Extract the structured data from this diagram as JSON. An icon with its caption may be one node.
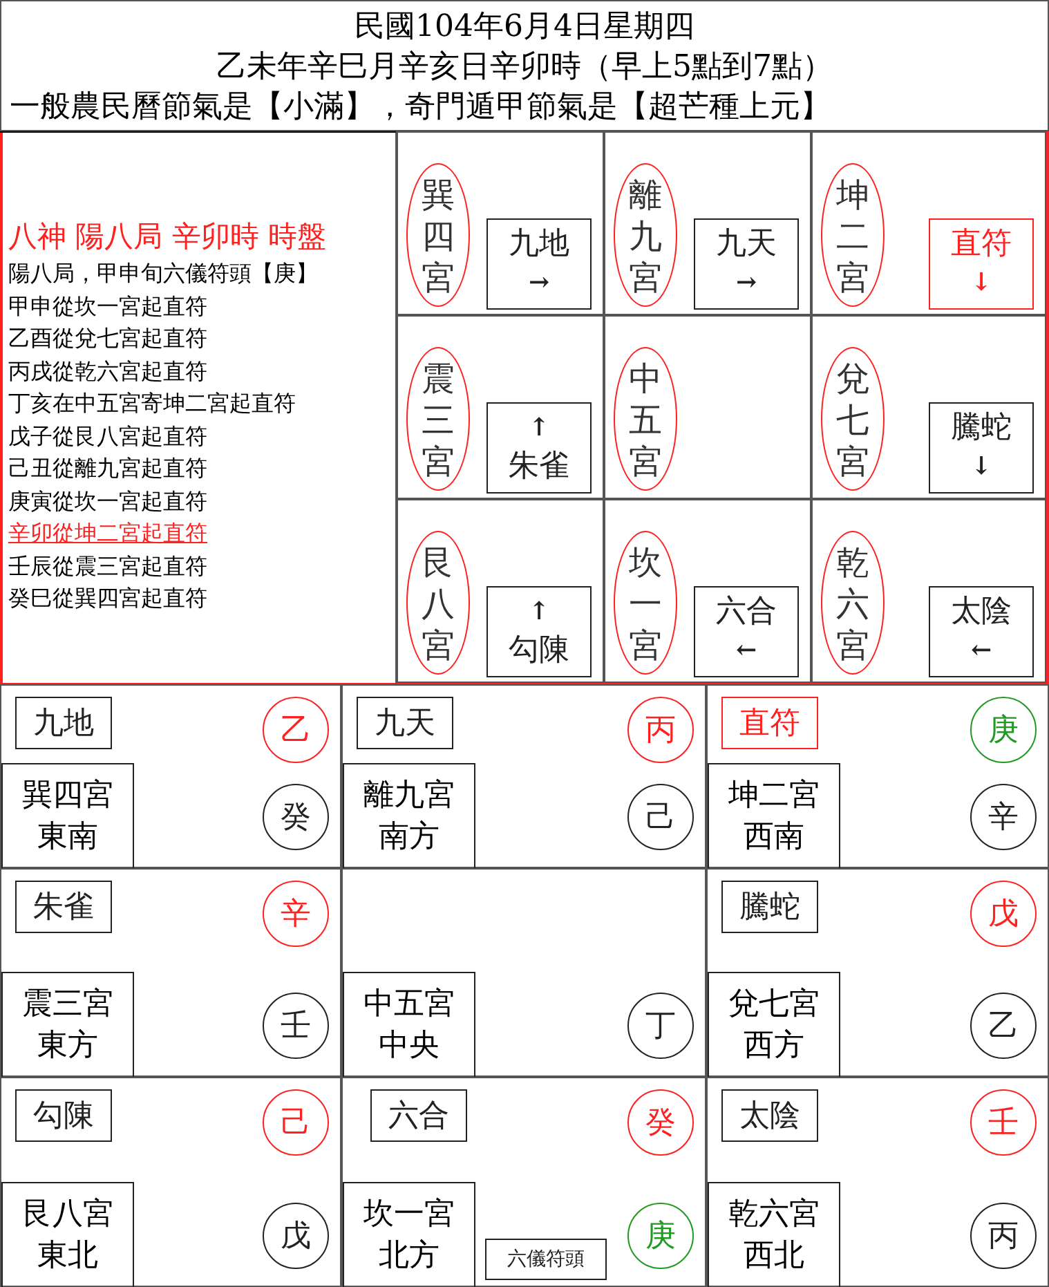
{
  "diagram": {
    "nodes": [
      {
        "text": [
          "民國104年6月4日星期四",
          "乙未年辛巳月辛亥日辛卯時（早上5點到7點）",
          "一般農民曆節氣是【小滿】，奇門遁甲節氣是【超芒種上元】"
        ]
      },
      {
        "text": [
          "八神 陽八局 辛卯時 時盤",
          "陽八局，甲申旬六儀符頭【庚】",
          "甲申從坎一宮起直符",
          "乙酉從兌七宮起直符",
          "丙戌從乾六宮起直符",
          "丁亥在中五宮寄坤二宮起直符",
          "戊子從艮八宮起直符",
          "己丑從離九宮起直符",
          "庚寅從坎一宮起直符",
          "辛卯從坤二宮起直符",
          "壬辰從震三宮起直符",
          "癸巳從巽四宮起直符"
        ]
      },
      {
        "text": [],
        "shape": "box"
      },
      {
        "text": [
          "巽四宮"
        ],
        "in": 2
      },
      {
        "text": [
          "九地",
          "→"
        ],
        "in": 2
      },
      {
        "text": [],
        "shape": "box"
      },
      {
        "text": [
          "離九宮"
        ],
        "in": 5
      },
      {
        "text": [
          "九天",
          "→"
        ],
        "in": 5
      },
      {
        "text": [],
        "shape": "box"
      },
      {
        "text": [
          "坤二宮"
        ],
        "in": 8
      },
      {
        "text": [
          "直符",
          "↓"
        ],
        "in": 8
      },
      {
        "text": [],
        "shape": "box"
      },
      {
        "text": [
          "震三宮"
        ],
        "in": 11
      },
      {
        "text": [
          "↑",
          "朱雀"
        ],
        "in": 11
      },
      {
        "text": [],
        "shape": "box"
      },
      {
        "text": [
          "中五宮"
        ],
        "in": 14
      },
      {
        "text": [],
        "shape": "box"
      },
      {
        "text": [
          "兌七宮"
        ],
        "in": 16
      },
      {
        "text": [
          "騰蛇",
          "↓"
        ],
        "in": 16
      },
      {
        "text": [],
        "shape": "box"
      },
      {
        "text": [
          "艮八宮"
        ],
        "in": 19
      },
      {
        "text": [
          "↑",
          "勾陳"
        ],
        "in": 19
      },
      {
        "text": [],
        "shape": "box"
      },
      {
        "text": [
          "坎一宮"
        ],
        "in": 22
      },
      {
        "text": [
          "六合",
          "←"
        ],
        "in": 22
      },
      {
        "text": [],
        "shape": "box"
      },
      {
        "text": [
          "乾六宮"
        ],
        "in": 25
      },
      {
        "text": [
          "太陰",
          "←"
        ],
        "in": 25
      },
      {
        "text": [],
        "shape": "box"
      },
      {
        "text": [
          "九地"
        ],
        "in": 28
      },
      {
        "text": [
          "乙"
        ],
        "in": 28
      },
      {
        "text": [
          "巽四宮",
          "東南"
        ],
        "in": 28
      },
      {
        "text": [
          "癸"
        ],
        "in": 28
      },
      {
        "text": [],
        "shape": "box"
      },
      {
        "text": [
          "九天"
        ],
        "in": 33
      },
      {
        "text": [
          "丙"
        ],
        "in": 33
      },
      {
        "text": [
          "離九宮",
          "南方"
        ],
        "in": 33
      },
      {
        "text": [
          "己"
        ],
        "in": 33
      },
      {
        "text": [],
        "shape": "box"
      },
      {
        "text": [
          "直符"
        ],
        "in": 38
      },
      {
        "text": [
          "庚"
        ],
        "in": 38
      },
      {
        "text": [
          "坤二宮",
          "西南"
        ],
        "in": 38
      },
      {
        "text": [
          "辛"
        ],
        "in": 38
      },
      {
        "text": [],
        "shape": "box"
      },
      {
        "text": [
          "朱雀"
        ],
        "in": 43
      },
      {
        "text": [
          "辛"
        ],
        "in": 43
      },
      {
        "text": [
          "震三宮",
          "東方"
        ],
        "in": 43
      },
      {
        "text": [
          "壬"
        ],
        "in": 43
      },
      {
        "text": [],
        "shape": "box"
      },
      {
        "text": [
          "中五宮",
          "中央"
        ],
        "in": 48
      },
      {
        "text": [
          "丁"
        ],
        "in": 48
      },
      {
        "text": [],
        "shape": "box"
      },
      {
        "text": [
          "騰蛇"
        ],
        "in": 51
      },
      {
        "text": [
          "戊"
        ],
        "in": 51
      },
      {
        "text": [
          "兌七宮",
          "西方"
        ],
        "in": 51
      },
      {
        "text": [
          "乙"
        ],
        "in": 51
      },
      {
        "text": [],
        "shape": "box"
      },
      {
        "text": [
          "勾陳"
        ],
        "in": 56
      },
      {
        "text": [
          "己"
        ],
        "in": 56
      },
      {
        "text": [
          "艮八宮",
          "東北"
        ],
        "in": 56
      },
      {
        "text": [
          "戊"
        ],
        "in": 56
      },
      {
        "text": [],
        "shape": "box"
      },
      {
        "text": [
          "六合"
        ],
        "in": 61
      },
      {
        "text": [
          "癸"
        ],
        "in": 61
      },
      {
        "text": [
          "坎一宮",
          "北方"
        ],
        "in": 61
      },
      {
        "text": [
          "六儀符頭"
        ],
        "in": 61
      },
      {
        "text": [
          "庚"
        ],
        "in": 61
      },
      {
        "text": [],
        "shape": "box"
      },
      {
        "text": [
          "太陰"
        ],
        "in": 67
      },
      {
        "text": [
          "壬"
        ],
        "in": 67
      },
      {
        "text": [
          "乾六宮",
          "西北"
        ],
        "in": 67
      },
      {
        "text": [
          "丙"
        ],
        "in": 67
      }
    ]
  }
}
